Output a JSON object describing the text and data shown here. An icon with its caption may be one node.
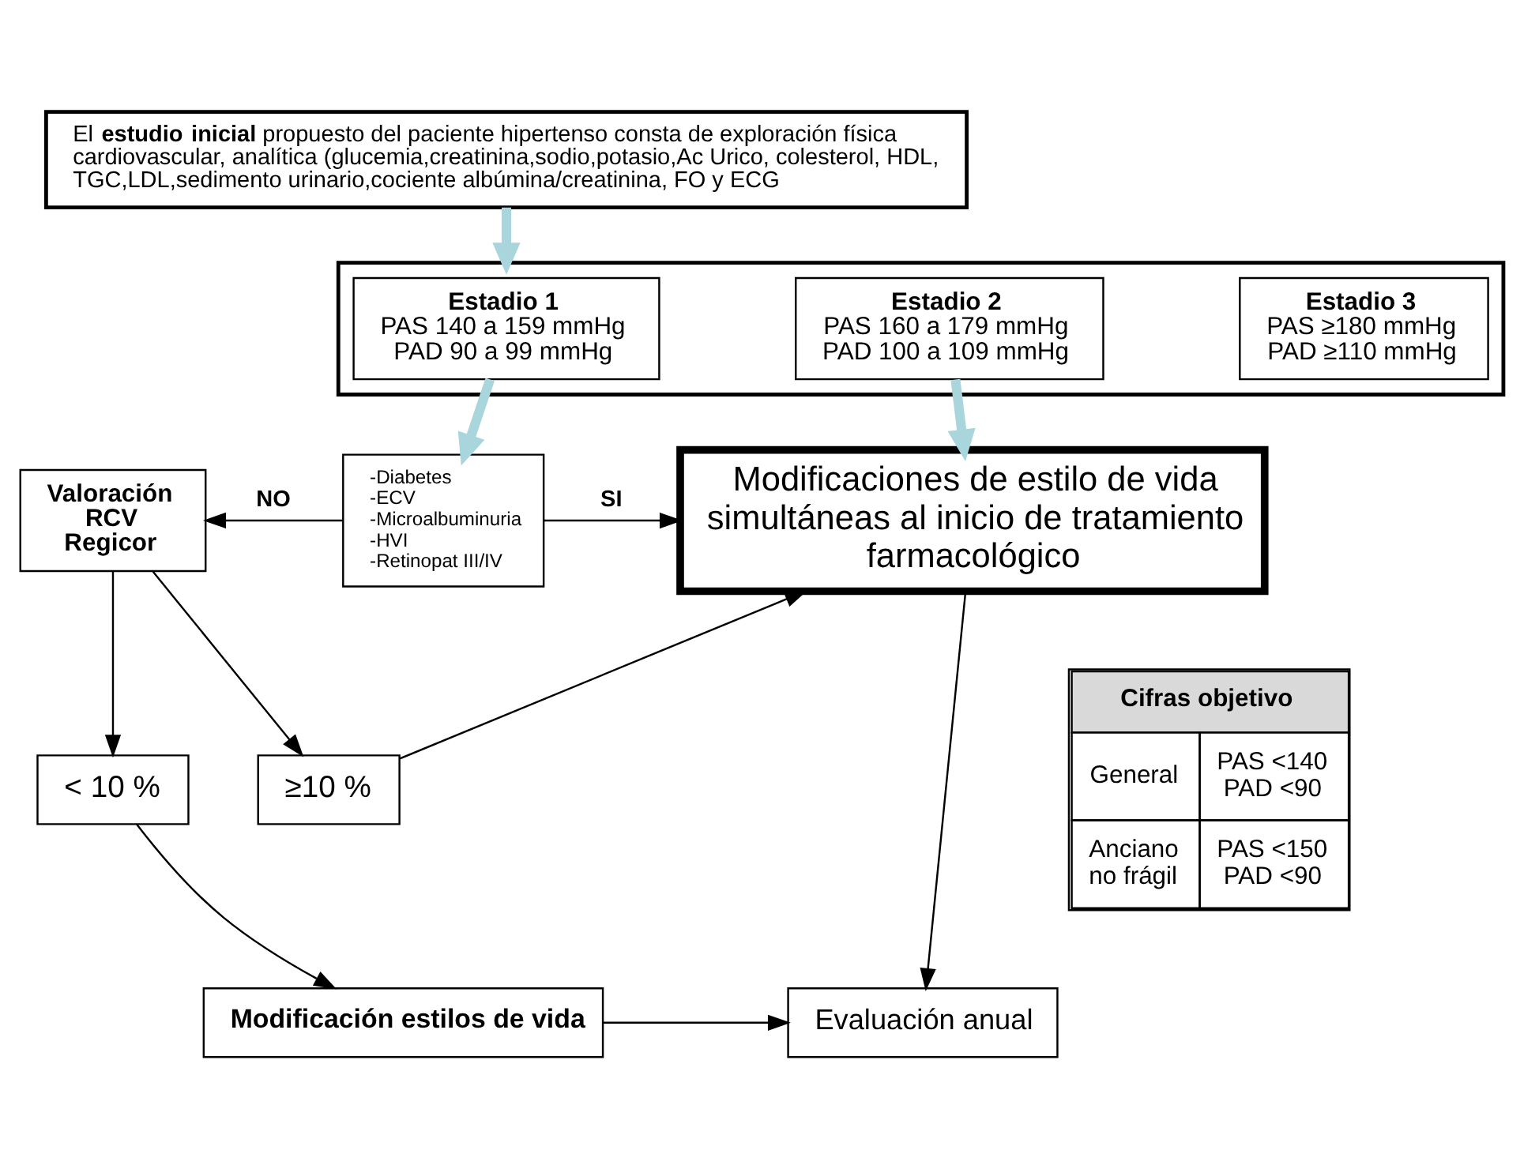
{
  "diagram": {
    "nodes": [
      {
        "text": [
          "El **estudio inicial** propuesto del paciente hipertenso consta de exploración física cardiovascular, analítica (glucemia,creatinina,sodio,potasio,Ac Urico, colesterol, HDL, TGC,LDL,sedimento urinario,cociente albúmina/creatinina, FO y ECG"
        ]
      },
      {
        "text": [],
        "shape": "box"
      },
      {
        "text": [
          "**Estadio 1**",
          "PAS 140 a 159 mmHg",
          "PAD 90 a 99 mmHg"
        ],
        "in": 1
      },
      {
        "text": [
          "**Estadio 2**",
          "PAS 160 a 179 mmHg",
          "PAD 100 a 109 mmHg"
        ],
        "in": 1
      },
      {
        "text": [
          "**Estadio 3**",
          "PAS ≥180 mmHg",
          "PAD ≥110 mmHg"
        ],
        "in": 1
      },
      {
        "text": [
          "-Diabetes",
          "-ECV",
          "-Microalbuminuria",
          "-HVI",
          "-Retinopat III/IV"
        ]
      },
      {
        "text": [
          "**Valoración RCV Regicor**"
        ]
      },
      {
        "text": [
          "Modificaciones de estilo de vida simultáneas al inicio de tratamiento farmacológico"
        ]
      },
      {
        "text": [
          "≥10 %"
        ]
      },
      {
        "text": [
          "< 10 %"
        ]
      },
      {
        "text": [
          "**Modificación estilos de vida**"
        ]
      },
      {
        "text": [
          "Evaluación anual"
        ]
      },
      {
        "text": [
          "**Cifras objetivo**",
          "General",
          "PAS <140 PAD <90",
          "Anciano no frágil",
          "PAS <150 PAD <90"
        ]
      }
    ],
    "edges": [
      {
        "from": 0,
        "to": 1,
        "arrow": "to",
        "style": "thick",
        "color": "#a9d6dc"
      },
      {
        "from": 2,
        "to": 5,
        "arrow": "to",
        "style": "thick",
        "color": "#a9d6dc"
      },
      {
        "from": 3,
        "to": 7,
        "arrow": "to",
        "style": "thick",
        "color": "#a9d6dc"
      },
      {
        "from": 5,
        "to": 6,
        "arrow": "to",
        "label": "NO"
      },
      {
        "from": 5,
        "to": 7,
        "arrow": "to",
        "label": "SI"
      },
      {
        "from": 6,
        "to": 8,
        "arrow": "to"
      },
      {
        "from": 8,
        "to": 7,
        "arrow": "to"
      },
      {
        "from": 6,
        "to": 9,
        "arrow": "to"
      },
      {
        "from": 9,
        "to": 10,
        "arrow": "to"
      },
      {
        "from": 7,
        "to": 11,
        "arrow": "to"
      },
      {
        "from": 10,
        "to": 11,
        "arrow": "to"
      }
    ]
  }
}
